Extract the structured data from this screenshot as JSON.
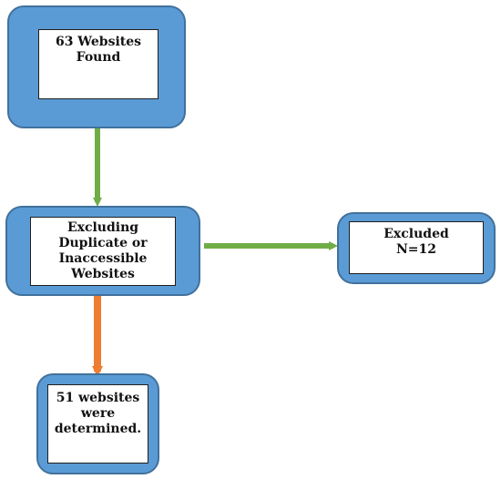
{
  "colors": {
    "node_fill": "#5b9bd5",
    "node_border": "#41719c",
    "arrow_green": "#70ad47",
    "arrow_orange": "#ed7d31"
  },
  "nodes": {
    "found": {
      "lines": [
        "63 Websites",
        "Found"
      ]
    },
    "excluding": {
      "lines": [
        "Excluding",
        "Duplicate or",
        "Inaccessible",
        "Websites"
      ]
    },
    "excluded": {
      "lines": [
        "Excluded",
        "N=12"
      ]
    },
    "determined": {
      "lines": [
        "51 websites",
        "were",
        "determined."
      ]
    }
  }
}
